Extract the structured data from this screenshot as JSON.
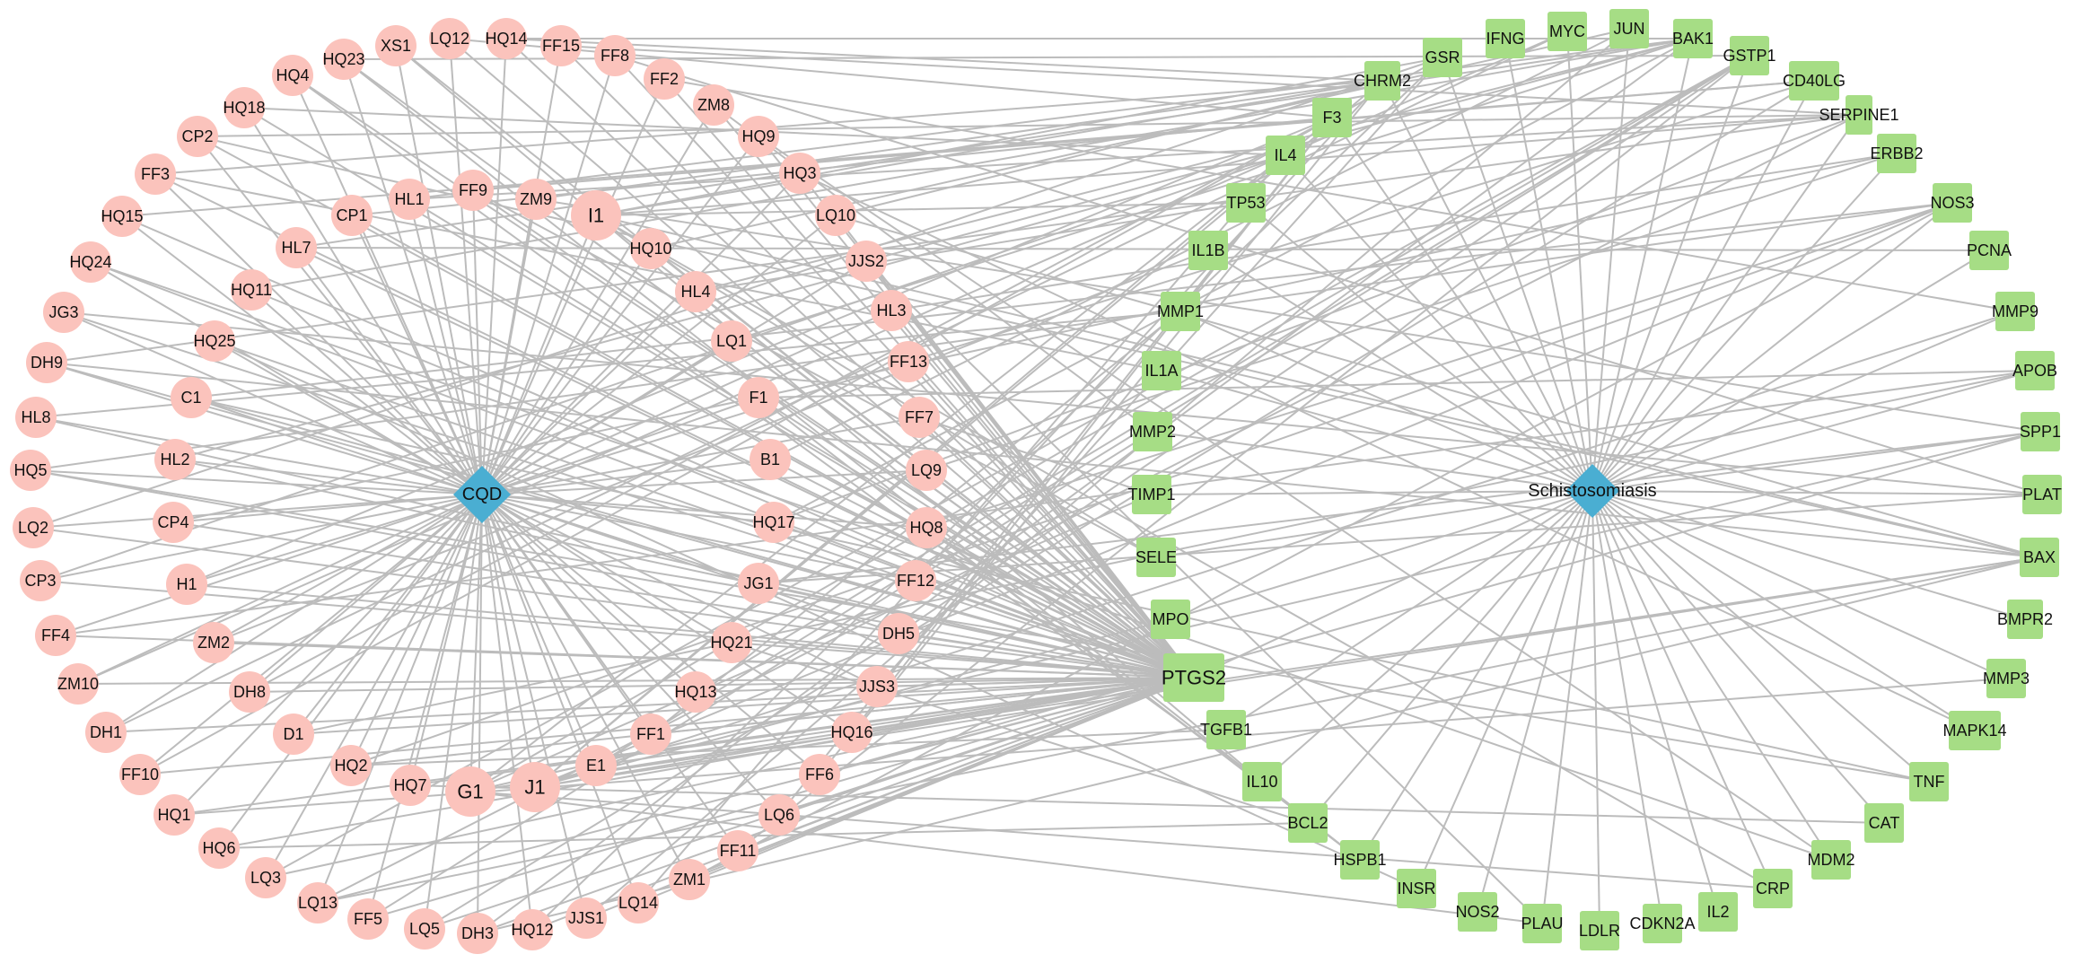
{
  "hubs": {
    "compound_hub": "CQD",
    "disease_hub": "Schistosomiasis"
  },
  "ingredients": [
    "XS1",
    "LQ12",
    "HQ14",
    "FF15",
    "FF8",
    "HQ23",
    "HQ4",
    "FF2",
    "ZM8",
    "HQ18",
    "HQ9",
    "CP2",
    "HQ3",
    "FF3",
    "HL1",
    "FF9",
    "ZM9",
    "I1",
    "CP1",
    "LQ10",
    "HQ15",
    "HL7",
    "HQ10",
    "JJS2",
    "HQ24",
    "HQ11",
    "HL4",
    "HL3",
    "JG3",
    "HQ25",
    "LQ1",
    "FF13",
    "DH9",
    "C1",
    "F1",
    "FF7",
    "HL8",
    "HL2",
    "B1",
    "LQ9",
    "HQ5",
    "CP4",
    "HQ17",
    "HQ8",
    "LQ2",
    "CP3",
    "H1",
    "JG1",
    "FF12",
    "FF4",
    "ZM2",
    "HQ21",
    "DH5",
    "ZM10",
    "DH8",
    "HQ13",
    "JJS3",
    "DH1",
    "D1",
    "FF1",
    "HQ16",
    "FF10",
    "HQ2",
    "HQ7",
    "G1",
    "J1",
    "E1",
    "FF6",
    "HQ1",
    "LQ6",
    "HQ6",
    "FF11",
    "LQ3",
    "ZM1",
    "LQ13",
    "LQ14",
    "FF5",
    "LQ5",
    "DH3",
    "HQ12",
    "JJS1"
  ],
  "targets": [
    "IFNG",
    "MYC",
    "JUN",
    "BAK1",
    "GSR",
    "GSTP1",
    "CHRM2",
    "CD40LG",
    "F3",
    "SERPINE1",
    "IL4",
    "ERBB2",
    "TP53",
    "NOS3",
    "IL1B",
    "PCNA",
    "MMP1",
    "MMP9",
    "IL1A",
    "APOB",
    "MMP2",
    "SPP1",
    "TIMP1",
    "PLAT",
    "SELE",
    "BAX",
    "MPO",
    "BMPR2",
    "PTGS2",
    "MMP3",
    "TGFB1",
    "MAPK14",
    "IL10",
    "TNF",
    "BCL2",
    "CAT",
    "HSPB1",
    "MDM2",
    "INSR",
    "CRP",
    "NOS2",
    "IL2",
    "PLAU",
    "CDKN2A",
    "LDLR"
  ],
  "colors": {
    "ingredient": "#fbc3bc",
    "target": "#a6dd85",
    "hub": "#4aaed2",
    "edge": "#bcbcbc"
  }
}
